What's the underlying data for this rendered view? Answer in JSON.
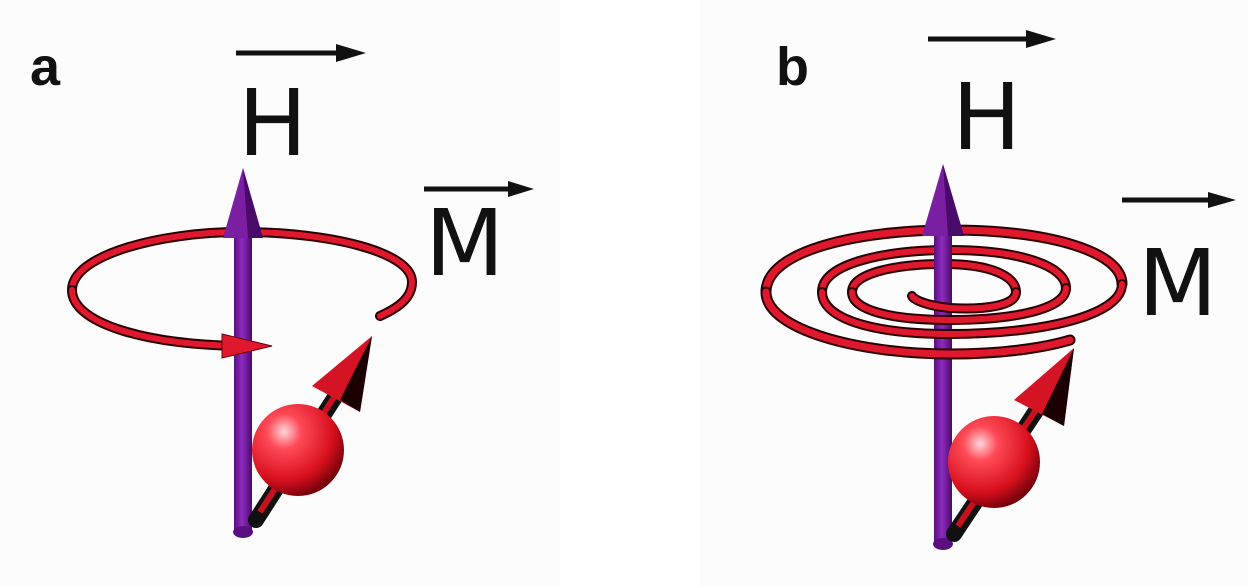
{
  "panels": [
    {
      "letter": "a",
      "field_label": "H",
      "magnetization_label": "M",
      "precession": "circular"
    },
    {
      "letter": "b",
      "field_label": "H",
      "magnetization_label": "M",
      "precession": "damped-spiral"
    }
  ],
  "colors": {
    "field_arrow": "#7a1fa2",
    "precession_path": "#e0182d",
    "spin_sphere": "#e8101f",
    "text": "#111111"
  }
}
